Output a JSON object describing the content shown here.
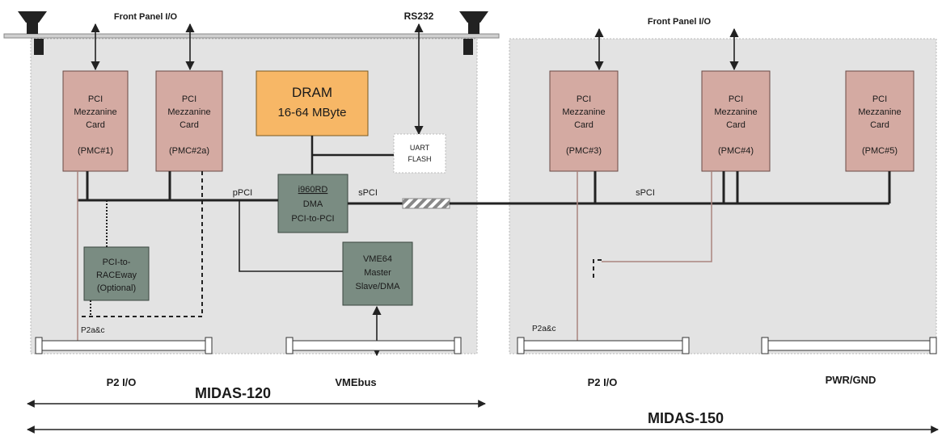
{
  "colors": {
    "board": "#e3e3e3",
    "pmc": "#d4aaa2",
    "dram": "#f7b766",
    "chip": "#7a8c82",
    "line": "#222222"
  },
  "midas120": {
    "front_panel_label": "Front Panel I/O",
    "rs232_label": "RS232",
    "pmc1": {
      "l1": "PCI",
      "l2": "Mezzanine",
      "l3": "Card",
      "l4": "(PMC#1)"
    },
    "pmc2": {
      "l1": "PCI",
      "l2": "Mezzanine",
      "l3": "Card",
      "l4": "(PMC#2a)"
    },
    "dram": {
      "l1": "DRAM",
      "l2": "16-64 MByte"
    },
    "uart": {
      "l1": "UART",
      "l2": "FLASH"
    },
    "bridge": {
      "l1": "i960RD",
      "l2": "DMA",
      "l3": "PCI-to-PCI"
    },
    "race": {
      "l1": "PCI-to-",
      "l2": "RACEway",
      "l3": "(Optional)"
    },
    "vme": {
      "l1": "VME64",
      "l2": "Master",
      "l3": "Slave/DMA"
    },
    "ppci_label": "pPCI",
    "spci_label": "sPCI",
    "p2ac_label": "P2a&c",
    "p2io_label": "P2 I/O",
    "vmebus_label": "VMEbus",
    "name": "MIDAS-120"
  },
  "midas150": {
    "front_panel_label": "Front Panel I/O",
    "pmc3": {
      "l1": "PCI",
      "l2": "Mezzanine",
      "l3": "Card",
      "l4": "(PMC#3)"
    },
    "pmc4": {
      "l1": "PCI",
      "l2": "Mezzanine",
      "l3": "Card",
      "l4": "(PMC#4)"
    },
    "pmc5": {
      "l1": "PCI",
      "l2": "Mezzanine",
      "l3": "Card",
      "l4": "(PMC#5)"
    },
    "spci_label": "sPCI",
    "p2ac_label": "P2a&c",
    "p2io_label": "P2 I/O",
    "pwr_label": "PWR/GND",
    "name": "MIDAS-150"
  }
}
